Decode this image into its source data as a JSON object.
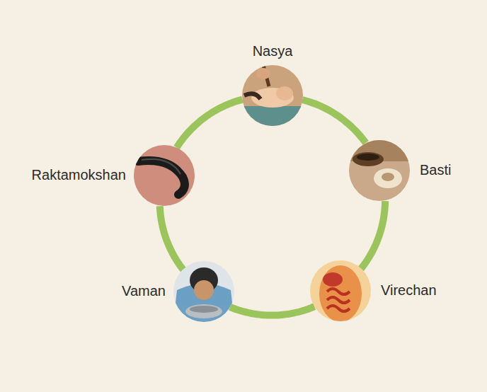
{
  "diagram": {
    "nodes": [
      {
        "text": [
          "Nasya"
        ]
      },
      {
        "text": [
          "Basti"
        ]
      },
      {
        "text": [
          "Virechan"
        ]
      },
      {
        "text": [
          "Vaman"
        ]
      },
      {
        "text": [
          "Raktamokshan"
        ]
      }
    ],
    "edges": [
      {
        "from": 0,
        "to": 1,
        "arrow": "none"
      },
      {
        "from": 1,
        "to": 2,
        "arrow": "none"
      },
      {
        "from": 2,
        "to": 3,
        "arrow": "none"
      },
      {
        "from": 3,
        "to": 4,
        "arrow": "none"
      },
      {
        "from": 4,
        "to": 0,
        "arrow": "none"
      }
    ]
  }
}
